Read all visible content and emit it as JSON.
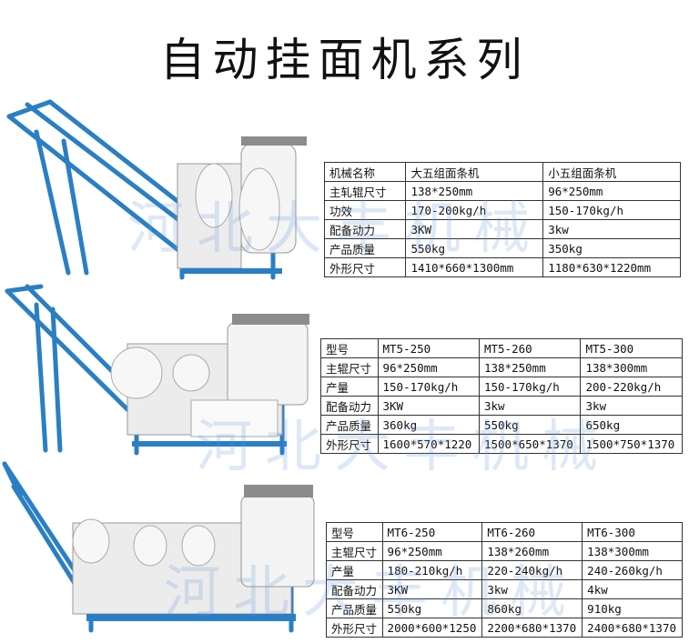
{
  "title": "自动挂面机系列",
  "watermark": "河北大丰机械",
  "colors": {
    "frame": "#2a7fc4",
    "cover": "#f4f4f4",
    "table_border": "#333333"
  },
  "tables": [
    {
      "rows": [
        [
          "机械名称",
          "大五组面条机",
          "小五组面条机"
        ],
        [
          "主轧辊尺寸",
          "138*250mm",
          "96*250mm"
        ],
        [
          "功效",
          "170-200kg/h",
          "150-170kg/h"
        ],
        [
          "配备动力",
          "3KW",
          "3kw"
        ],
        [
          "产品质量",
          "550kg",
          "350kg"
        ],
        [
          "外形尺寸",
          "1410*660*1300mm",
          "1180*630*1220mm"
        ]
      ]
    },
    {
      "rows": [
        [
          "型号",
          "MT5-250",
          "MT5-260",
          "MT5-300"
        ],
        [
          "主辊尺寸",
          "96*250mm",
          "138*250mm",
          "138*300mm"
        ],
        [
          "产量",
          "150-170kg/h",
          "150-170kg/h",
          "200-220kg/h"
        ],
        [
          "配备动力",
          "3KW",
          "3kw",
          "3kw"
        ],
        [
          "产品质量",
          "360kg",
          "550kg",
          "650kg"
        ],
        [
          "外形尺寸",
          "1600*570*1220",
          "1500*650*1370",
          "1500*750*1370"
        ]
      ]
    },
    {
      "rows": [
        [
          "型号",
          "MT6-250",
          "MT6-260",
          "MT6-300"
        ],
        [
          "主辊尺寸",
          "96*250mm",
          "138*260mm",
          "138*300mm"
        ],
        [
          "产量",
          "180-210kg/h",
          "220-240kg/h",
          "240-260kg/h"
        ],
        [
          "配备动力",
          "3KW",
          "3kw",
          "4kw"
        ],
        [
          "产品质量",
          "550kg",
          "860kg",
          "910kg"
        ],
        [
          "外形尺寸",
          "2000*600*1250",
          "2200*680*1370",
          "2400*680*1370"
        ]
      ]
    }
  ]
}
